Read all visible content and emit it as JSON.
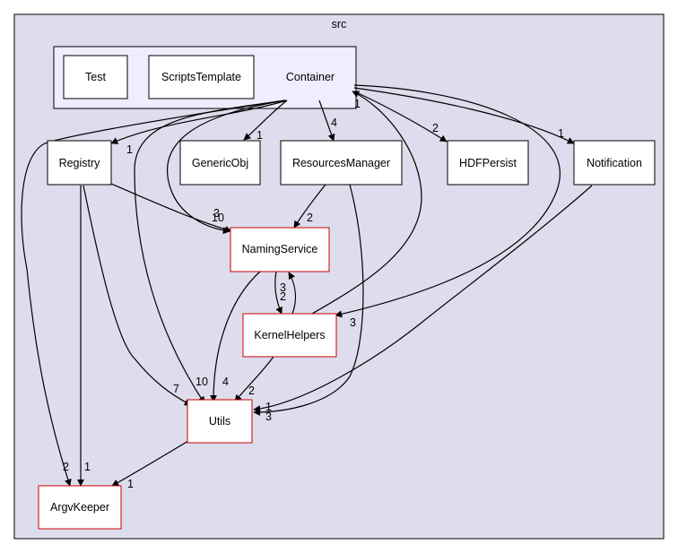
{
  "cluster": {
    "label": "src"
  },
  "container_group": {
    "items": [
      {
        "id": "test",
        "label": "Test"
      },
      {
        "id": "scripts",
        "label": "ScriptsTemplate"
      },
      {
        "id": "container",
        "label": "Container"
      }
    ]
  },
  "nodes": [
    {
      "id": "registry",
      "label": "Registry",
      "border": "black"
    },
    {
      "id": "genericobj",
      "label": "GenericObj",
      "border": "black"
    },
    {
      "id": "resources",
      "label": "ResourcesManager",
      "border": "black"
    },
    {
      "id": "hdfpersist",
      "label": "HDFPersist",
      "border": "black"
    },
    {
      "id": "notification",
      "label": "Notification",
      "border": "black"
    },
    {
      "id": "naming",
      "label": "NamingService",
      "border": "red"
    },
    {
      "id": "kernel",
      "label": "KernelHelpers",
      "border": "red"
    },
    {
      "id": "utils",
      "label": "Utils",
      "border": "red"
    },
    {
      "id": "argv",
      "label": "ArgvKeeper",
      "border": "red"
    }
  ],
  "edges": [
    {
      "id": "c-registry",
      "from": "Container",
      "to": "Registry",
      "label": "1"
    },
    {
      "id": "c-genericobj",
      "from": "Container",
      "to": "GenericObj",
      "label": "1"
    },
    {
      "id": "c-resources",
      "from": "Container",
      "to": "ResourcesManager",
      "label": "4"
    },
    {
      "id": "c-hdf",
      "from": "Container",
      "to": "HDFPersist",
      "label": "2"
    },
    {
      "id": "c-notification",
      "from": "Container",
      "to": "Notification",
      "label": "1"
    },
    {
      "id": "c-naming",
      "from": "Container",
      "to": "NamingService",
      "label": "3"
    },
    {
      "id": "c-kernel",
      "from": "Container",
      "to": "KernelHelpers",
      "label": "3"
    },
    {
      "id": "c-utils",
      "from": "Container",
      "to": "Utils",
      "label": "10"
    },
    {
      "id": "c-argv",
      "from": "Container",
      "to": "ArgvKeeper",
      "label": "2"
    },
    {
      "id": "registry-naming",
      "from": "Registry",
      "to": "NamingService",
      "label": "10"
    },
    {
      "id": "registry-utils",
      "from": "Registry",
      "to": "Utils",
      "label": "7"
    },
    {
      "id": "registry-argv",
      "from": "Registry",
      "to": "ArgvKeeper",
      "label": "1"
    },
    {
      "id": "resources-naming",
      "from": "ResourcesManager",
      "to": "NamingService",
      "label": "2"
    },
    {
      "id": "resources-utils",
      "from": "ResourcesManager",
      "to": "Utils",
      "label": "3"
    },
    {
      "id": "naming-kernel",
      "from": "NamingService",
      "to": "KernelHelpers",
      "label": "2"
    },
    {
      "id": "kernel-naming",
      "from": "KernelHelpers",
      "to": "NamingService",
      "label": "3"
    },
    {
      "id": "naming-utils",
      "from": "NamingService",
      "to": "Utils",
      "label": "4"
    },
    {
      "id": "kernel-utils",
      "from": "KernelHelpers",
      "to": "Utils",
      "label": "2"
    },
    {
      "id": "kernel-container",
      "from": "KernelHelpers",
      "to": "Container",
      "label": "1"
    },
    {
      "id": "notification-utils",
      "from": "Notification",
      "to": "Utils",
      "label": "1"
    },
    {
      "id": "utils-argv",
      "from": "Utils",
      "to": "ArgvKeeper",
      "label": "1"
    }
  ],
  "colors": {
    "cluster_fill": "#dddded",
    "container_fill": "#eeeeff",
    "node_fill": "#ffffff",
    "border_black": "#000000",
    "border_red": "#cc0000"
  }
}
